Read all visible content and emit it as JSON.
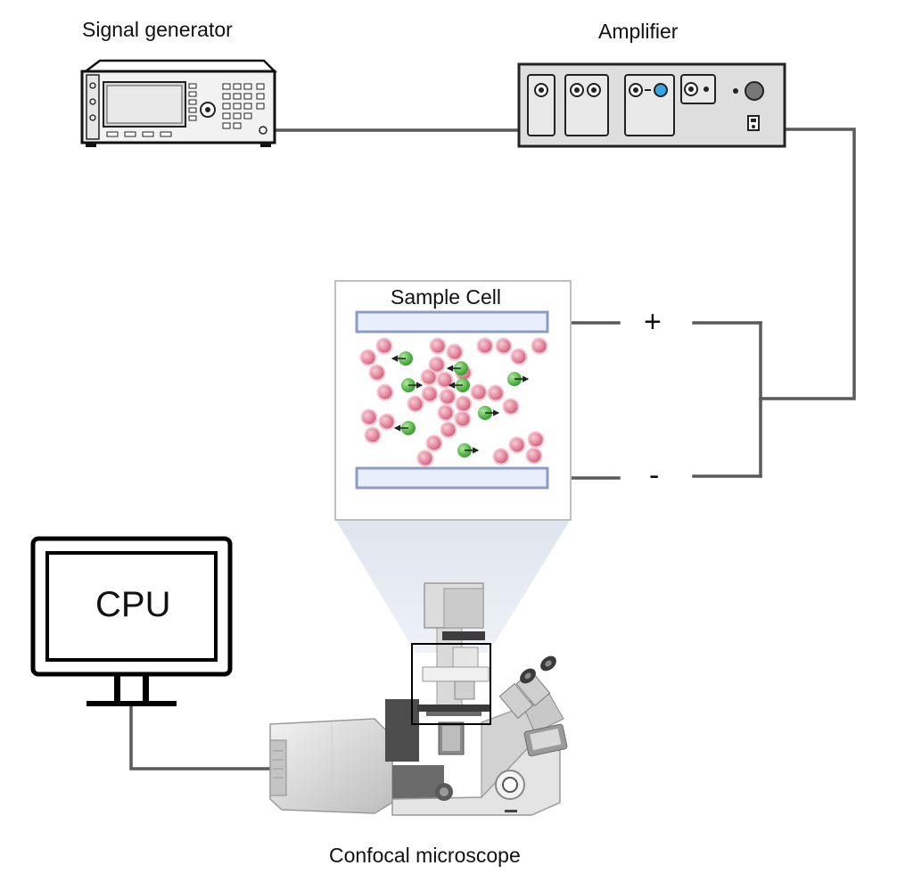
{
  "labels": {
    "signal_generator": "Signal generator",
    "amplifier": "Amplifier",
    "sample_cell": "Sample Cell",
    "cpu": "CPU",
    "confocal_microscope": "Confocal microscope",
    "plus": "+",
    "minus": "-"
  },
  "colors": {
    "wire": "#5a5a5a",
    "electrode_fill": "#e9effa",
    "electrode_stroke": "#8b9dc6",
    "particle_pink": "#e07a92",
    "particle_pink_highlight": "#f5c2ce",
    "particle_green": "#56b84c",
    "particle_green_highlight": "#a8df9a",
    "beam": "#e6ebf2",
    "device_gray": "#d4d4d4",
    "amplifier_knob_blue": "#3aa6e0"
  },
  "icons": {
    "signal_generator": "signal-generator-icon",
    "amplifier": "amplifier-icon",
    "monitor": "monitor-icon",
    "microscope": "confocal-microscope-icon"
  }
}
